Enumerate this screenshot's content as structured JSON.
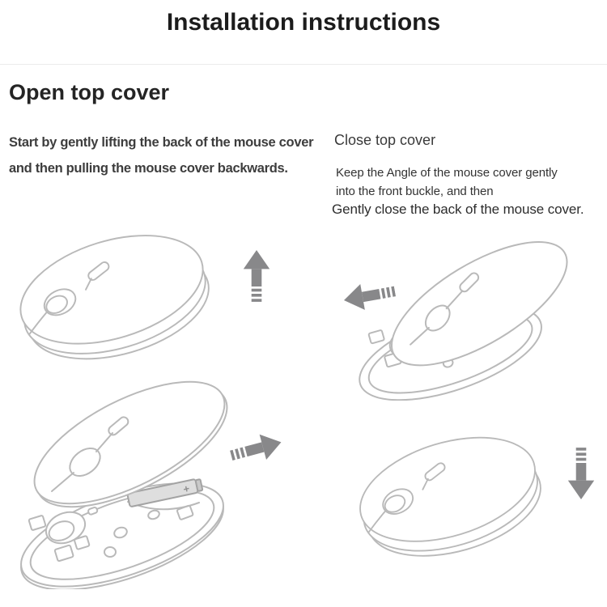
{
  "page": {
    "title": "Installation instructions"
  },
  "sections": {
    "open": {
      "heading": "Open top cover",
      "lines": [
        "Start by gently lifting the back of the mouse cover",
        "and then pulling the mouse cover backwards."
      ]
    },
    "close": {
      "heading": "Close top cover",
      "lines": [
        "Keep the Angle of the mouse cover gently",
        "into the front buckle, and then"
      ],
      "emphasis_line": "Gently close the back of the mouse cover."
    }
  },
  "battery": {
    "polarity_label": "+"
  },
  "illustrations": [
    {
      "name": "mouse-closed-lift-back",
      "arrow_direction": "up"
    },
    {
      "name": "mouse-cover-removed-backwards",
      "arrow_direction": "left"
    },
    {
      "name": "mouse-open-battery-visible",
      "arrow_direction": "right"
    },
    {
      "name": "mouse-closed-press-down",
      "arrow_direction": "down"
    }
  ],
  "icons": {
    "arrow_up": "⬆",
    "arrow_left": "⬅",
    "arrow_right": "➡",
    "arrow_down": "⬇"
  },
  "colors": {
    "title_text": "#1c1c1c",
    "heading_text": "#242424",
    "body_text": "#3d3d3d",
    "line_art": "#b9b9b9",
    "arrow": "#88888a",
    "battery_fill": "#dedede",
    "divider": "#ececec",
    "background": "#ffffff"
  }
}
